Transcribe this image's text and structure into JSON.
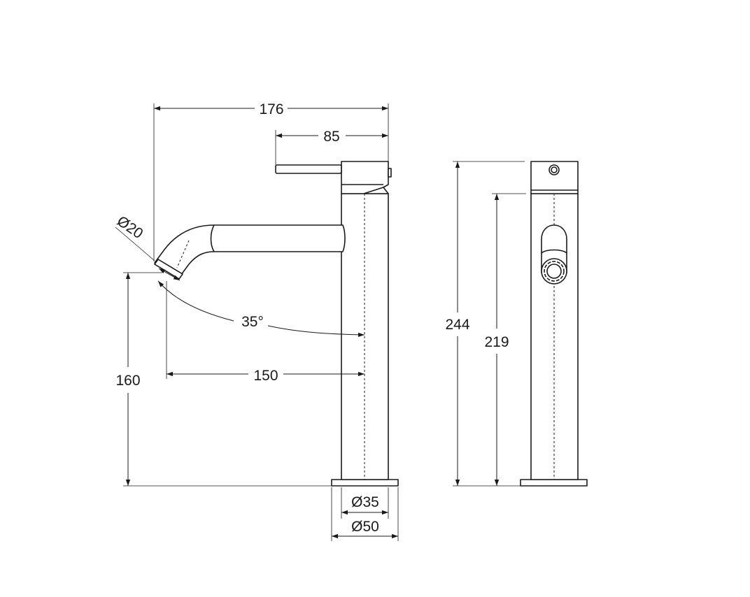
{
  "dimensions": {
    "overall_reach": "176",
    "lever_length": "85",
    "outlet_diameter": "Ø20",
    "spout_angle": "35°",
    "spout_projection": "150",
    "outlet_height": "160",
    "body_diameter": "Ø35",
    "base_diameter": "Ø50",
    "overall_height": "244",
    "body_height": "219"
  },
  "colors": {
    "line": "#1a1a1a",
    "background": "#ffffff"
  }
}
